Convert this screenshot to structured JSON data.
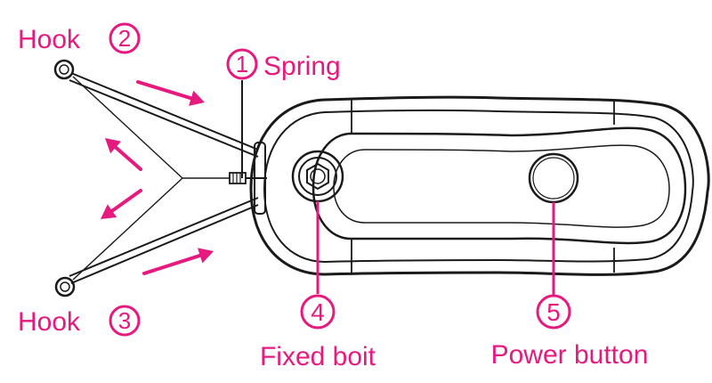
{
  "colors": {
    "accent": "#e6197f",
    "line": "#1a1a1a",
    "background": "#ffffff"
  },
  "labels": {
    "spring": {
      "number": "1",
      "text": "Spring"
    },
    "hook_top": {
      "number": "2",
      "text": "Hook"
    },
    "hook_bottom": {
      "number": "3",
      "text": "Hook"
    },
    "fixed_bolt": {
      "number": "4",
      "text": "Fixed boit"
    },
    "power_button": {
      "number": "5",
      "text": "Power button"
    }
  }
}
